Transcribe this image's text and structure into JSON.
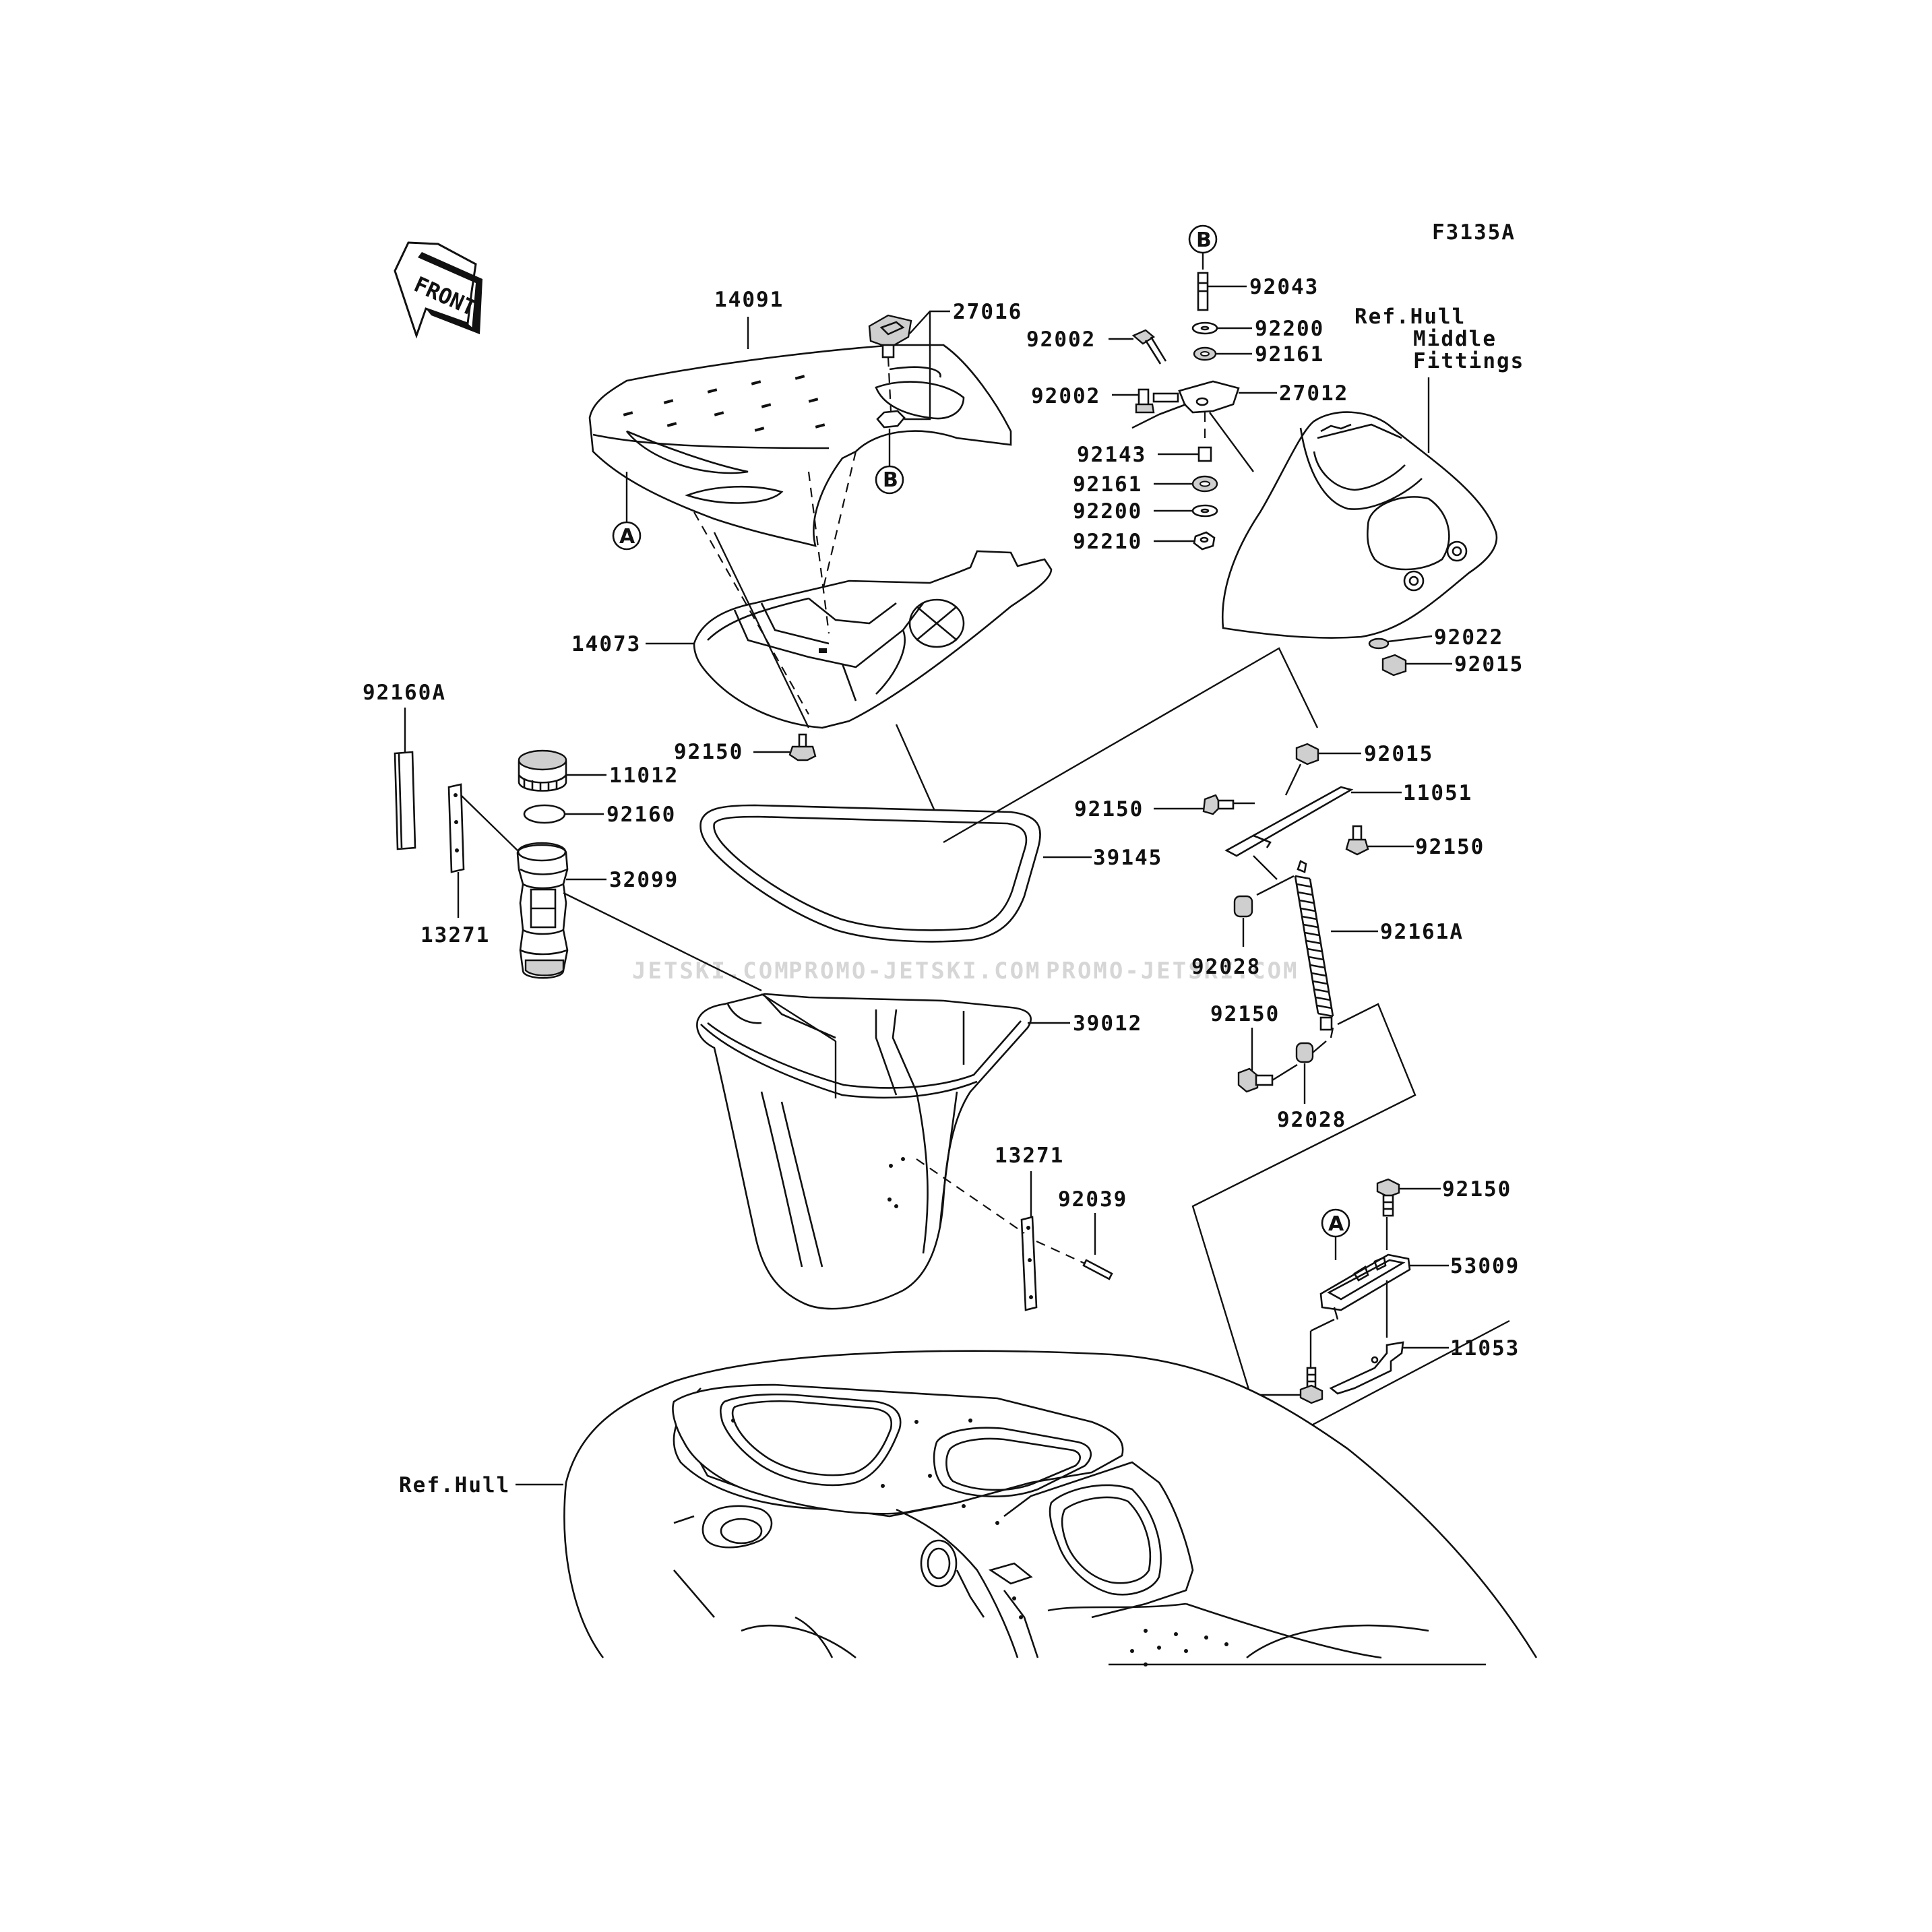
{
  "diagram_code": "F3135A",
  "front_arrow_label": "FRONT",
  "watermark": [
    "JETSKI.COM",
    "PROMO-JETSKI.COM",
    "PROMO-JETSKI.COM"
  ],
  "callouts": {
    "a": "A",
    "b": "B"
  },
  "ref_labels": {
    "hull_middle_1": "Ref.Hull",
    "hull_middle_2": "Middle",
    "hull_middle_3": "Fittings",
    "hull": "Ref.Hull"
  },
  "part_numbers": {
    "p14091": "14091",
    "p27016": "27016",
    "p92043": "92043",
    "p92200a": "92200",
    "p92161a": "92161",
    "p92002a": "92002",
    "p92002b": "92002",
    "p27012": "27012",
    "p92143": "92143",
    "p92161b": "92161",
    "p92200b": "92200",
    "p92210": "92210",
    "p92022": "92022",
    "p92015a": "92015",
    "p14073": "14073",
    "p92160A": "92160A",
    "p92150a": "92150",
    "p11012": "11012",
    "p92160": "92160",
    "p32099": "32099",
    "p13271a": "13271",
    "p39145": "39145",
    "p92015b": "92015",
    "p11051": "11051",
    "p92150b": "92150",
    "p92150c": "92150",
    "p92161A": "92161A",
    "p92028a": "92028",
    "p92150d": "92150",
    "p92028b": "92028",
    "p39012": "39012",
    "p13271b": "13271",
    "p92039": "92039",
    "p92150e": "92150",
    "p53009": "53009",
    "p11053": "11053",
    "p92150f": "92150"
  }
}
